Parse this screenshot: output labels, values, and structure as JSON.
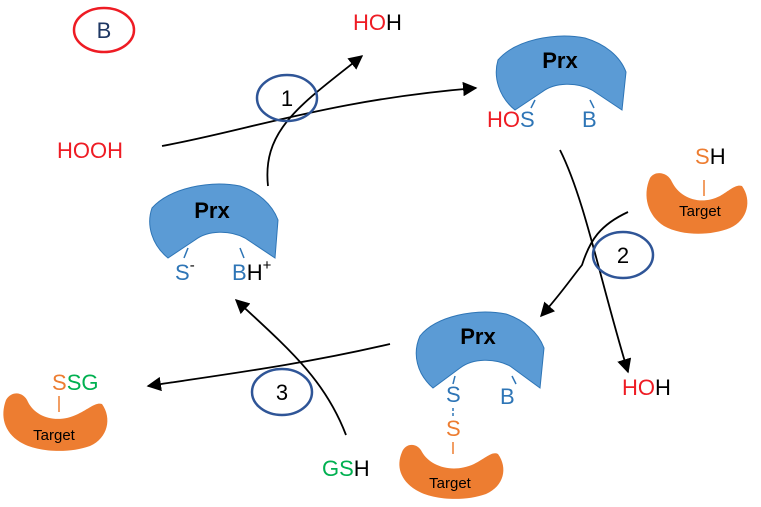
{
  "panel_label": "B",
  "enzyme_label": "Prx",
  "target_label": "Target",
  "steps": [
    "1",
    "2",
    "3"
  ],
  "species": {
    "hooh": "HOOH",
    "water_top_ho": "HO",
    "water_top_h": "H",
    "water_right_ho": "HO",
    "water_right_h": "H",
    "thiolate_s": "S",
    "thiolate_charge": "-",
    "base_b": "B",
    "base_h": "H",
    "base_charge": "+",
    "sulfenic_ho": "HO",
    "sulfenic_s": "S",
    "sulfenic_b": "B",
    "target_thiol_s": "S",
    "target_thiol_h": "H",
    "mixed_prx_s": "S",
    "mixed_b": "B",
    "mixed_target_s": "S",
    "gsh_gs": "GS",
    "gsh_h": "H",
    "ssg_s": "S",
    "ssg_sg": "SG"
  },
  "colors": {
    "red": "#ee1c24",
    "blue": "#2e75b6",
    "prx_fill": "#5b9bd5",
    "orange": "#ed7d31",
    "green": "#00b050",
    "navy": "#1f3864",
    "circle": "#2f5597"
  }
}
